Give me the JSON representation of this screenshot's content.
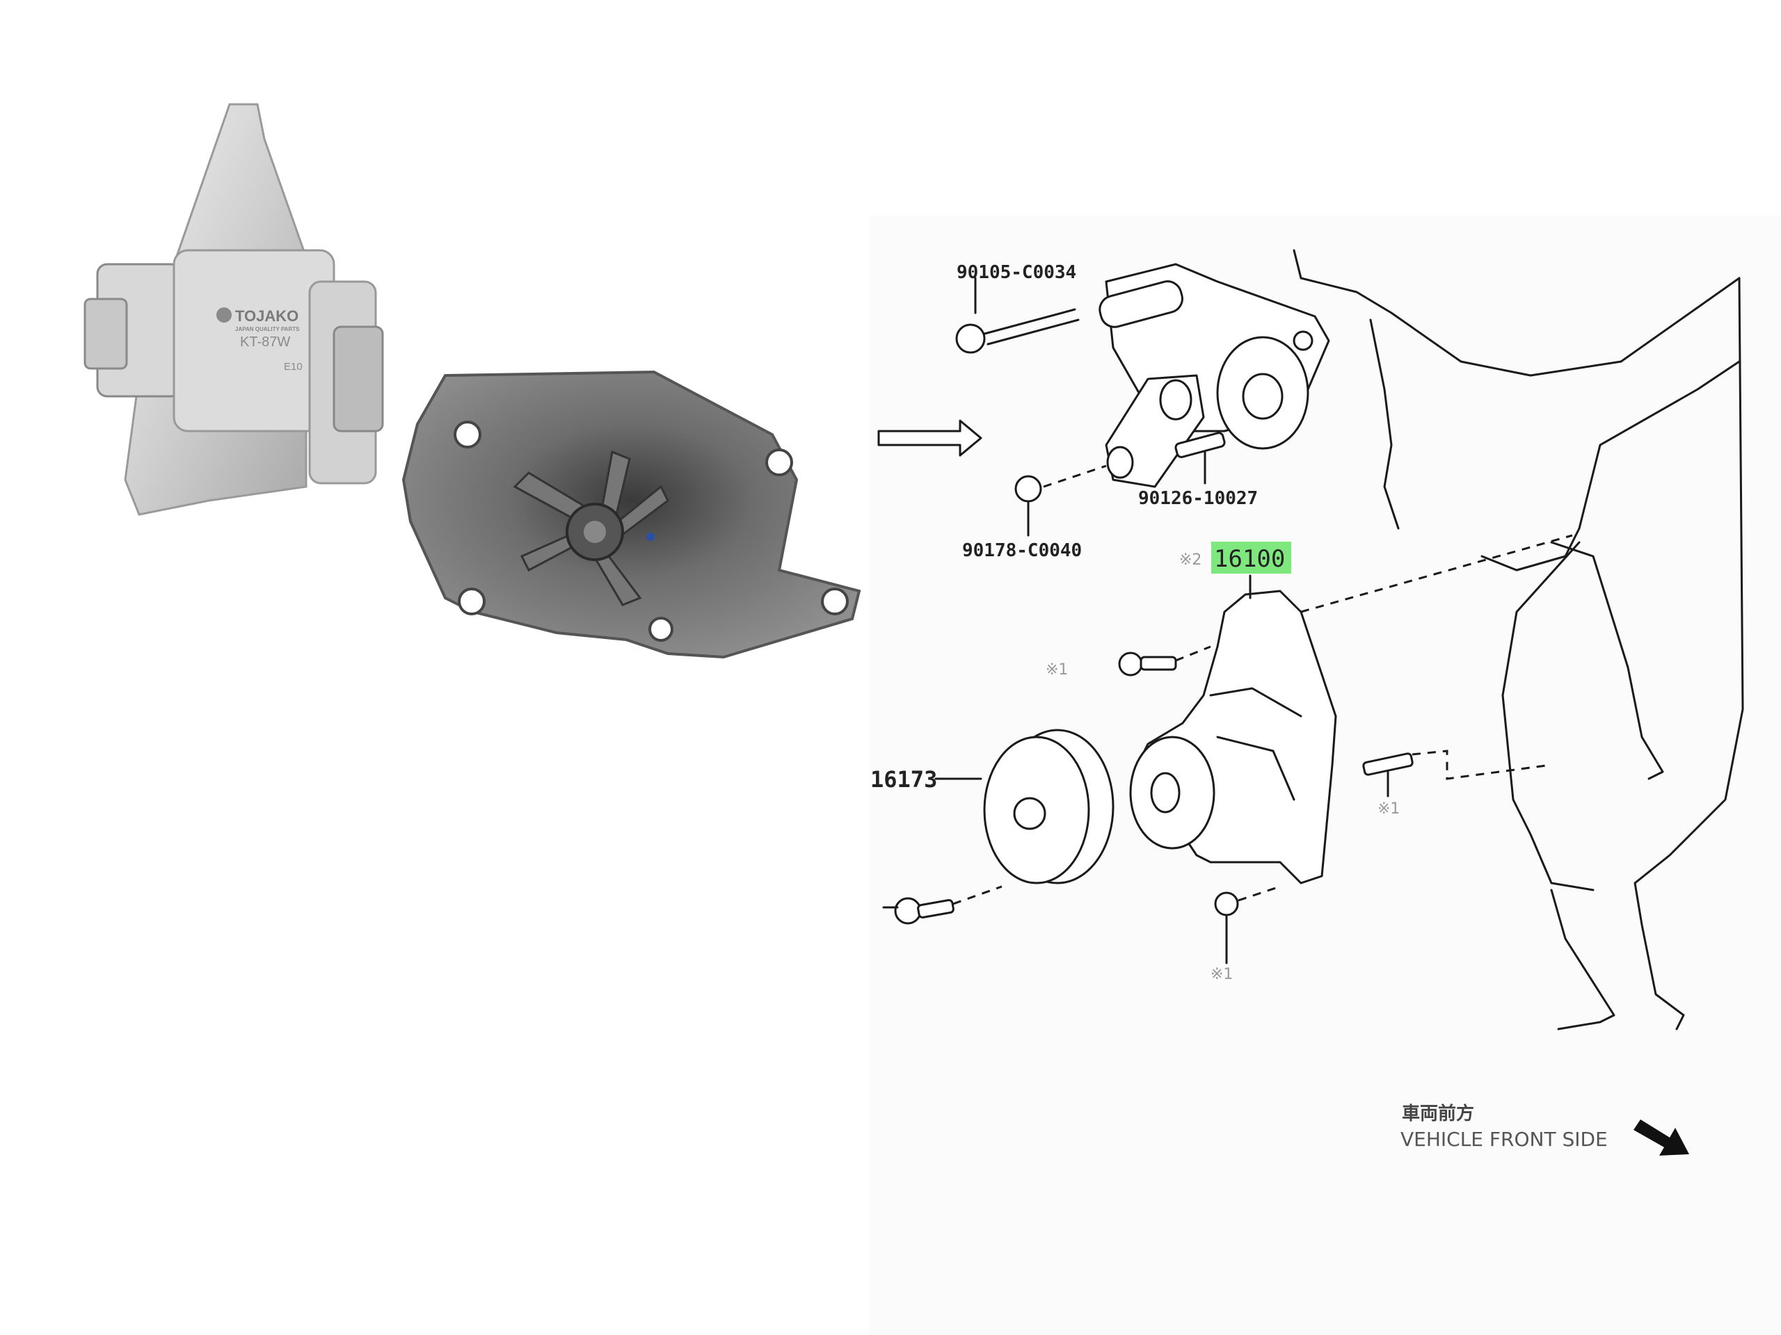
{
  "product_photo": {
    "brand": "TOJAKO",
    "brand_tagline": "JAPAN QUALITY PARTS",
    "model": "KT-87W",
    "casting_mark": "E10"
  },
  "diagram": {
    "labels": {
      "bolt_top": "90105-C0034",
      "stud_tensioner": "90126-10027",
      "nut_tensioner": "90178-C0040",
      "water_pump_prefix": "※2",
      "water_pump": "16100",
      "pulley": "16173",
      "note_bolt_left": "※1",
      "note_stud_right": "※1",
      "note_nut_bottom": "※1"
    },
    "highlight_color": "#7ee87e",
    "direction": {
      "jp": "車両前方",
      "en": "VEHICLE FRONT SIDE"
    }
  }
}
